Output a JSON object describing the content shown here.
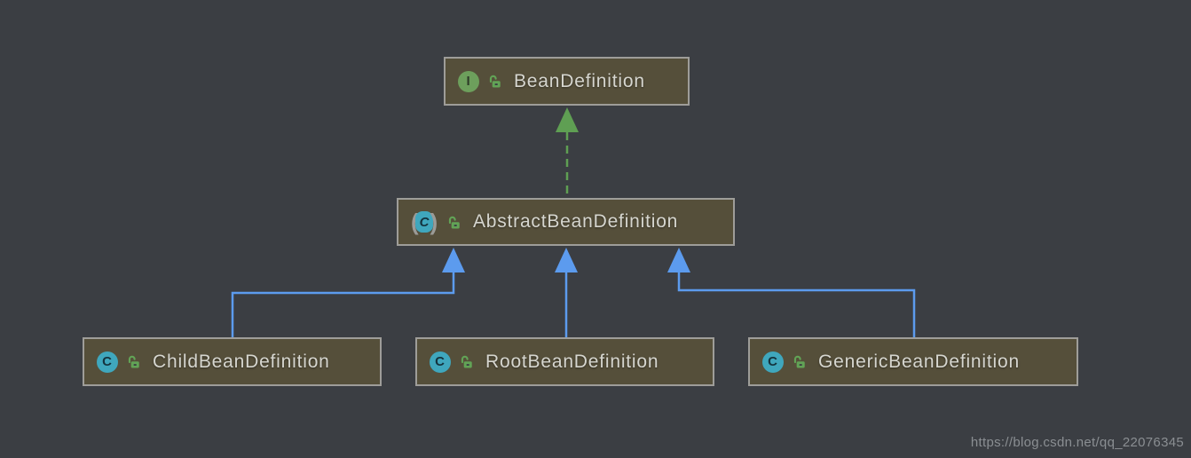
{
  "page": {
    "background": "#3b3e43",
    "watermark": "https://blog.csdn.net/qq_22076345"
  },
  "colors": {
    "node_fill": "#554f3a",
    "node_border": "#9e9d99",
    "node_text": "#d6d6cf",
    "implements_green": "#5f9f53",
    "extends_blue": "#5c9bee",
    "interface_icon_green": "#6d9f5c",
    "class_icon_teal": "#3fa7bd",
    "lock_green": "#62a356"
  },
  "nodes": [
    {
      "label": "BeanDefinition",
      "kind": "interface",
      "icon_letter": "I",
      "modifier": "public"
    },
    {
      "label": "AbstractBeanDefinition",
      "kind": "abstract-class",
      "icon_letter": "C",
      "icon_prefix": "(",
      "icon_suffix": ")",
      "modifier": "public"
    },
    {
      "label": "ChildBeanDefinition",
      "kind": "class",
      "icon_letter": "C",
      "modifier": "public"
    },
    {
      "label": "RootBeanDefinition",
      "kind": "class",
      "icon_letter": "C",
      "modifier": "public"
    },
    {
      "label": "GenericBeanDefinition",
      "kind": "class",
      "icon_letter": "C",
      "modifier": "public"
    }
  ],
  "edges": [
    {
      "from": "AbstractBeanDefinition",
      "to": "BeanDefinition",
      "relation": "implements",
      "line": "dashed",
      "color": "#5f9f53"
    },
    {
      "from": "ChildBeanDefinition",
      "to": "AbstractBeanDefinition",
      "relation": "extends",
      "line": "solid",
      "color": "#5c9bee"
    },
    {
      "from": "RootBeanDefinition",
      "to": "AbstractBeanDefinition",
      "relation": "extends",
      "line": "solid",
      "color": "#5c9bee"
    },
    {
      "from": "GenericBeanDefinition",
      "to": "AbstractBeanDefinition",
      "relation": "extends",
      "line": "solid",
      "color": "#5c9bee"
    }
  ]
}
